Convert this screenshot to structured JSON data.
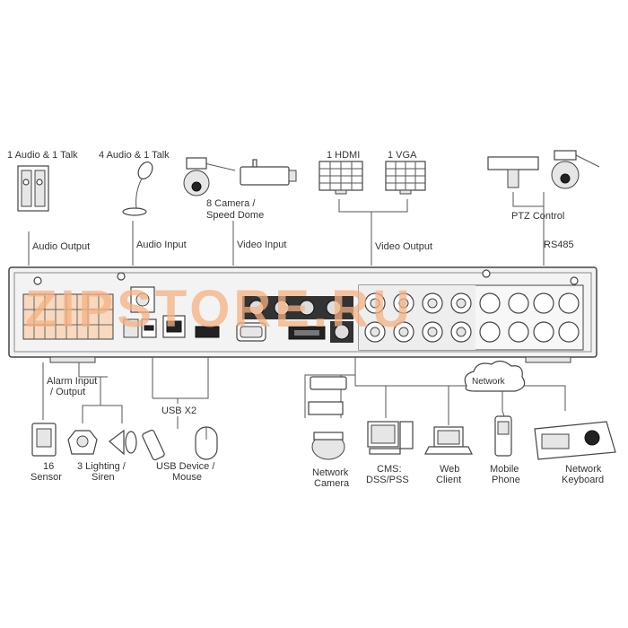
{
  "top_labels": {
    "audio_talk_1": "1 Audio  & 1 Talk",
    "audio_talk_4": "4 Audio & 1 Talk",
    "camera_dome": [
      "8 Camera /",
      "Speed Dome"
    ],
    "hdmi": "1 HDMI",
    "vga": "1 VGA",
    "ptz_control": "PTZ Control"
  },
  "port_labels": {
    "audio_output": "Audio  Output",
    "audio_input": "Audio  Input",
    "video_input": "Video Input",
    "video_output": "Video Output",
    "rs485": "RS485"
  },
  "bottom_labels": {
    "alarm_io": [
      "Alarm Input",
      "/ Output"
    ],
    "usb_x2": "USB X2",
    "network": "Network",
    "sensor": [
      "16",
      "Sensor"
    ],
    "lighting_siren": [
      "3 Lighting /",
      "Siren"
    ],
    "usb_device": [
      "USB Device /",
      "Mouse"
    ],
    "network_camera": [
      "Network",
      "Camera"
    ],
    "cms": [
      "CMS:",
      "DSS/PSS"
    ],
    "web_client": [
      "Web",
      "Client"
    ],
    "mobile_phone": [
      "Mobile",
      "Phone"
    ],
    "network_keyboard": [
      "Network",
      "Keyboard"
    ]
  },
  "watermark": "ZIPSTORE.RU",
  "colors": {
    "line": "#555555",
    "watermark": "#f4b183"
  }
}
